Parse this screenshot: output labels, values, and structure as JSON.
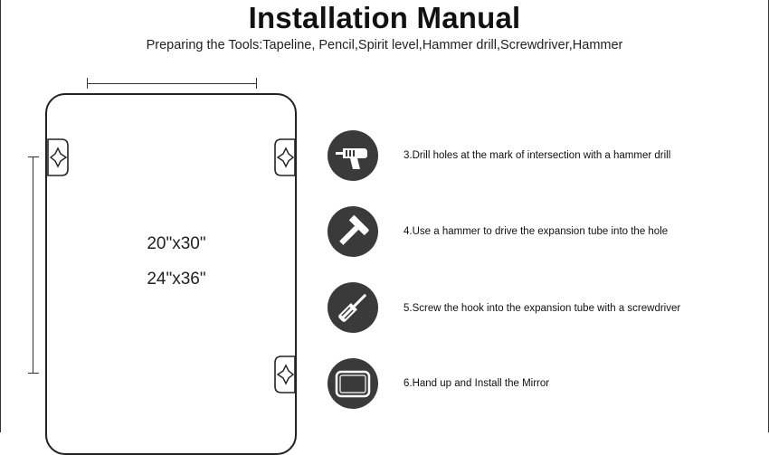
{
  "header": {
    "title": "Installation Manual",
    "tools_line": "Preparing the Tools:Tapeline, Pencil,Spirit level,Hammer drill,Screwdriver,Hammer"
  },
  "mirror": {
    "sizes": [
      "20\"x30\"",
      "24\"x36\""
    ]
  },
  "steps": [
    {
      "text": "3.Drill holes at the mark of intersection with a hammer drill",
      "icon": "hammer-drill-icon"
    },
    {
      "text": "4.Use a hammer to drive the expansion tube into the hole",
      "icon": "hammer-icon"
    },
    {
      "text": "5.Screw the hook into the expansion tube with a screwdriver",
      "icon": "screwdriver-icon"
    },
    {
      "text": "6.Hand up and Install the Mirror",
      "icon": "mirror-icon"
    }
  ],
  "colors": {
    "icon_circle": "#3a3a3a",
    "outline": "#222222"
  }
}
